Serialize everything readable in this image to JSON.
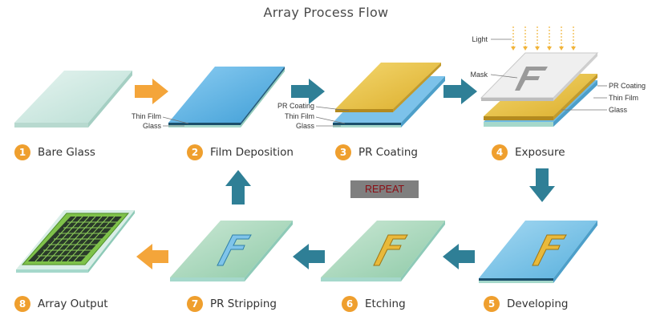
{
  "title": "Array Process Flow",
  "steps": [
    {
      "number": "1",
      "label": "Bare Glass"
    },
    {
      "number": "2",
      "label": "Film Deposition"
    },
    {
      "number": "3",
      "label": "PR Coating"
    },
    {
      "number": "4",
      "label": "Exposure"
    },
    {
      "number": "5",
      "label": "Developing"
    },
    {
      "number": "6",
      "label": "Etching"
    },
    {
      "number": "7",
      "label": "PR Stripping"
    },
    {
      "number": "8",
      "label": "Array Output"
    }
  ],
  "callouts": {
    "thin_film": "Thin Film",
    "glass": "Glass",
    "pr_coating": "PR Coating",
    "light": "Light",
    "mask": "Mask"
  },
  "repeat_label": "REPEAT",
  "colors": {
    "step_badge": "#ef9f2e",
    "arrow_orange": "#f4a53a",
    "arrow_teal": "#2f7f96",
    "glass_face": "#cfe9e2",
    "thin_film_face": "#5fb3e6",
    "pr_coating_face": "#e8c04a",
    "mask_face": "#eeeeee",
    "repeat_text": "#8b0d14"
  }
}
